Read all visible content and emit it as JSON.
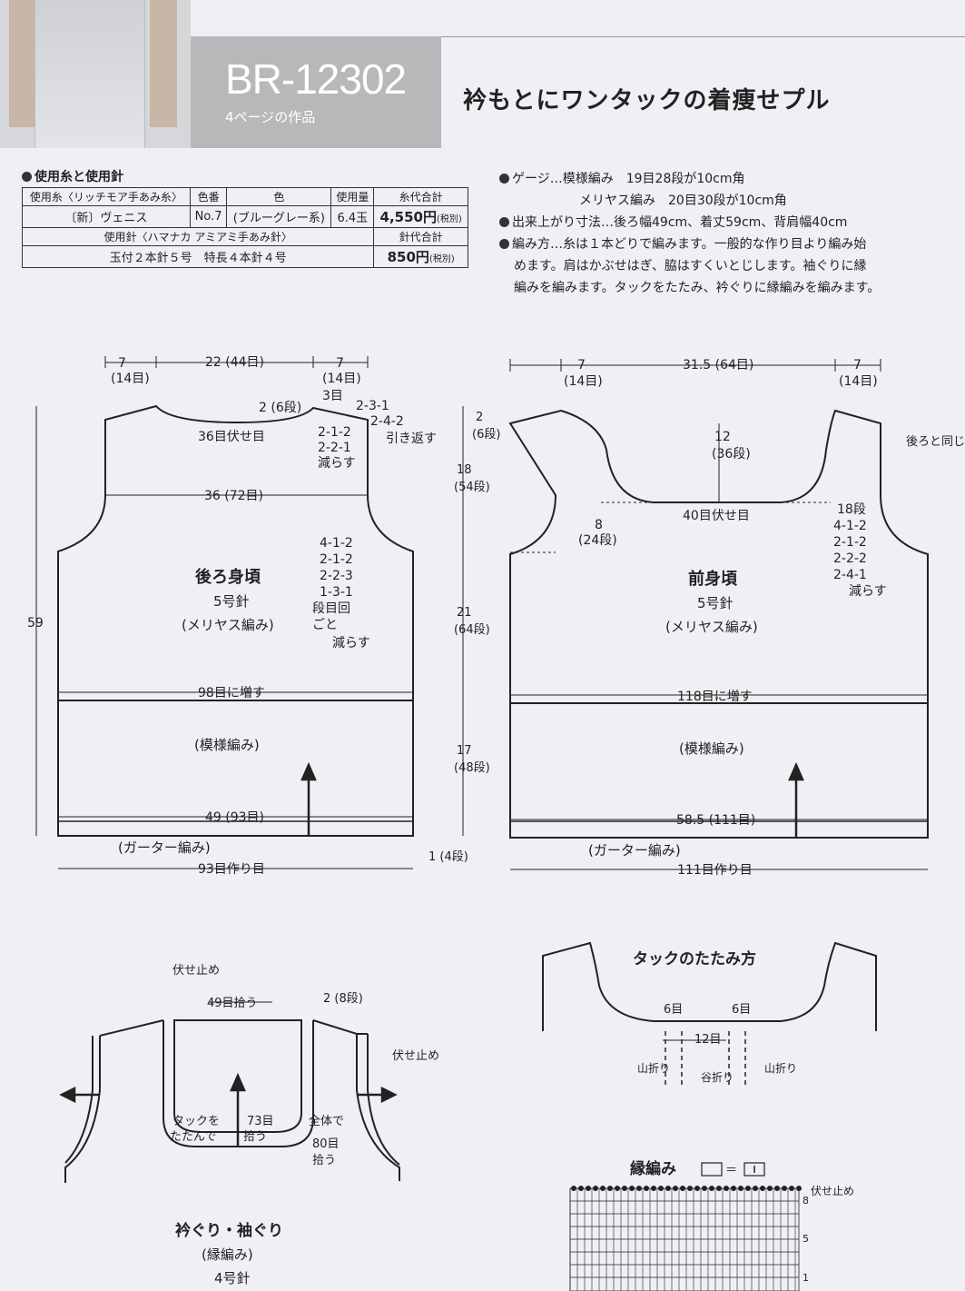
{
  "header": {
    "code": "BR-12302",
    "page_ref": "4ページの作品",
    "title": "衿もとにワンタックの着痩せプル"
  },
  "materials": {
    "heading": "使用糸と使用針",
    "yarn_header": [
      "使用糸〈リッチモア手あみ糸〉",
      "色番",
      "色",
      "使用量",
      "糸代合計"
    ],
    "yarn_row": [
      "〔新〕ヴェニス",
      "No.7",
      "(ブルーグレー系)",
      "6.4玉",
      "4,550円",
      "(税別)"
    ],
    "needle_header": [
      "使用針〈ハマナカ アミアミ手あみ針〉",
      "針代合計"
    ],
    "needle_row": [
      "玉付２本針５号　特長４本針４号",
      "850円",
      "(税別)"
    ]
  },
  "specs": {
    "gauge_label": "ゲージ…模様編み　19目28段が10cm角",
    "gauge_line2": "メリヤス編み　20目30段が10cm角",
    "size": "出来上がり寸法…後ろ幅49cm、着丈59cm、背肩幅40cm",
    "method_1": "編み方…糸は１本どりで編みます。一般的な作り目より編み始",
    "method_2": "めます。肩はかぶせはぎ、脇はすくいとじします。袖ぐりに縁",
    "method_3": "編みを編みます。タックをたたみ、衿ぐりに縁編みを編みます。"
  },
  "back": {
    "name": "後ろ身頃",
    "needle": "5号針",
    "stitch": "(メリヤス編み)",
    "shoulder_l": "7",
    "shoulder_l_st": "(14目)",
    "neck_w": "22 (44目)",
    "shoulder_r": "7",
    "shoulder_r_st": "(14目)",
    "neck_depth": "2 (6段)",
    "sts3": "3目",
    "s231": "2-3-1",
    "s242": "2-4-2",
    "hikikaesu": "引き返す",
    "bind_off": "36目伏せ目",
    "d212": "2-1-2",
    "d221": "2-2-1",
    "dec": "減らす",
    "width36": "36 (72目)",
    "a412": "4-1-2",
    "a212": "2-1-2",
    "a223": "2-2-3",
    "a131": "1-3-1",
    "dangome": "段目回",
    "goto": "ごと",
    "dec2": "減らす",
    "height59": "59",
    "inc98": "98目に増す",
    "pattern": "(模様編み)",
    "width49": "49 (93目)",
    "garter": "(ガーター編み)",
    "cast_on": "93目作り目"
  },
  "middle": {
    "h2": "2",
    "h2s": "(6段)",
    "h18": "18",
    "h18s": "(54段)",
    "h21": "21",
    "h21s": "(64段)",
    "h17": "17",
    "h17s": "(48段)",
    "h1": "1 (4段)"
  },
  "front": {
    "name": "前身頃",
    "needle": "5号針",
    "stitch": "(メリヤス編み)",
    "shoulder_l": "7",
    "shoulder_l_st": "(14目)",
    "neck_w": "31.5 (64目)",
    "shoulder_r": "7",
    "shoulder_r_st": "(14目)",
    "same_as_back": "後ろと同じ",
    "neck12": "12",
    "neck12s": "(36段)",
    "bind_off": "40目伏せ目",
    "arm8": "8",
    "arm8s": "(24段)",
    "r18": "18段",
    "r412": "4-1-2",
    "r212": "2-1-2",
    "r222": "2-2-2",
    "r241": "2-4-1",
    "dec": "減らす",
    "inc118": "118目に増す",
    "pattern": "(模様編み)",
    "width58": "58.5 (111目)",
    "garter": "(ガーター編み)",
    "cast_on": "111目作り目"
  },
  "finishing": {
    "fuse": "伏せ止め",
    "pick49": "49目拾う",
    "row2": "2 (8段)",
    "fuse2": "伏せ止め",
    "tuck": "タックを",
    "tuck2": "たたんで",
    "pick73": "73目",
    "pick73b": "拾う",
    "all": "全体で",
    "all80": "80目",
    "all80b": "拾う",
    "name": "衿ぐり・袖ぐり",
    "stitch": "(縁編み)",
    "needle": "4号針"
  },
  "tuck": {
    "title": "タックのたたみ方",
    "six_l": "6目",
    "six_r": "6目",
    "twelve": "12目",
    "yama_l": "山折り",
    "tani": "谷折り",
    "yama_r": "山折り"
  },
  "edge": {
    "title": "縁編み",
    "legend_eq": "＝",
    "fuse": "伏せ止め",
    "row8": "8",
    "row5": "5",
    "row1": "1"
  }
}
